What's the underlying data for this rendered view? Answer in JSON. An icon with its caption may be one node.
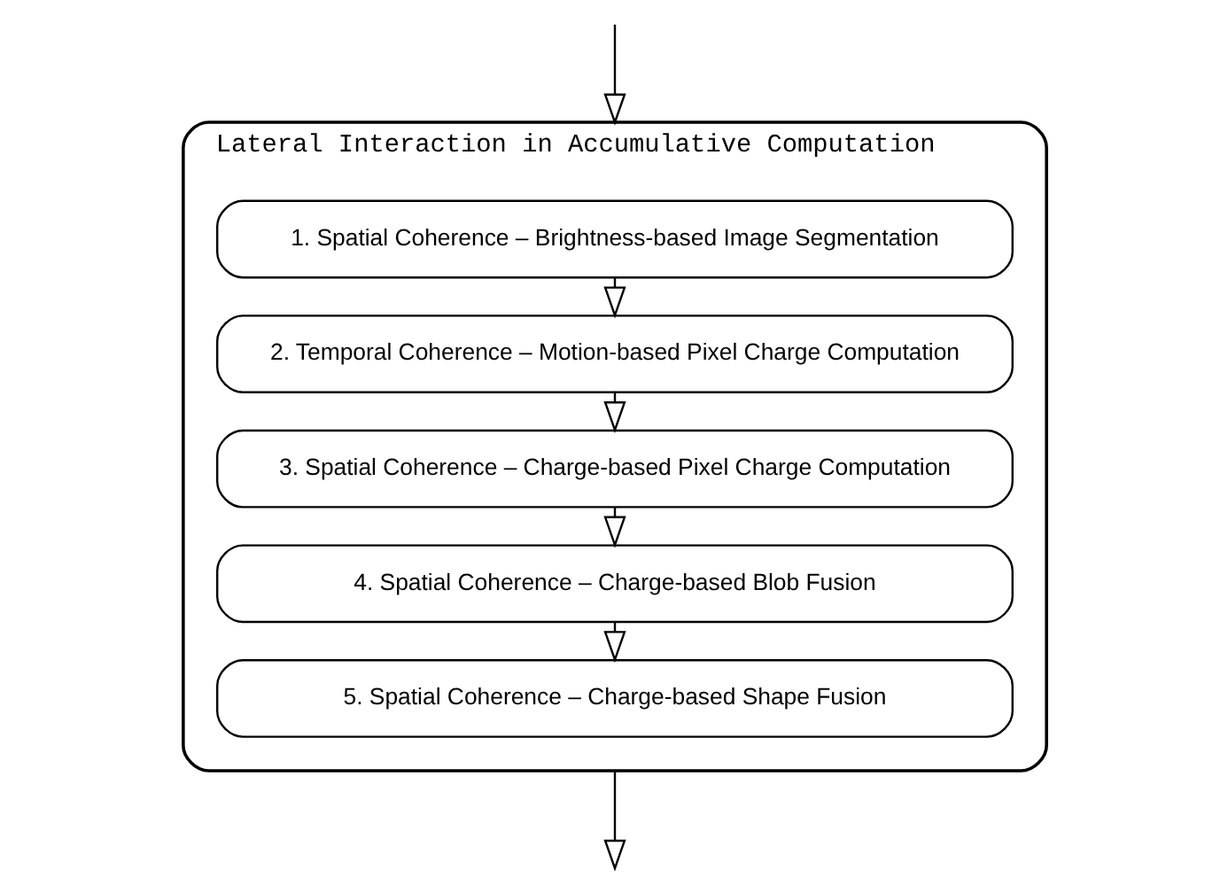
{
  "diagram": {
    "nodes": [
      {
        "text": [
          "Lateral Interaction in Accumulative Computation"
        ]
      },
      {
        "text": [
          "1. Spatial Coherence – Brightness-based Image Segmentation"
        ],
        "in": 0
      },
      {
        "text": [
          "2. Temporal Coherence – Motion-based Pixel Charge Computation"
        ],
        "in": 0
      },
      {
        "text": [
          "3. Spatial Coherence – Charge-based Pixel Charge Computation"
        ],
        "in": 0
      },
      {
        "text": [
          "4. Spatial Coherence – Charge-based Blob Fusion"
        ],
        "in": 0
      },
      {
        "text": [
          "5. Spatial Coherence – Charge-based Shape Fusion"
        ],
        "in": 0
      }
    ],
    "edges": [
      {
        "from": null,
        "to": 0,
        "arrow": "to"
      },
      {
        "from": 1,
        "to": 2,
        "arrow": "to"
      },
      {
        "from": 2,
        "to": 3,
        "arrow": "to"
      },
      {
        "from": 3,
        "to": 4,
        "arrow": "to"
      },
      {
        "from": 4,
        "to": 5,
        "arrow": "to"
      },
      {
        "from": 0,
        "to": null,
        "arrow": "to"
      }
    ]
  }
}
